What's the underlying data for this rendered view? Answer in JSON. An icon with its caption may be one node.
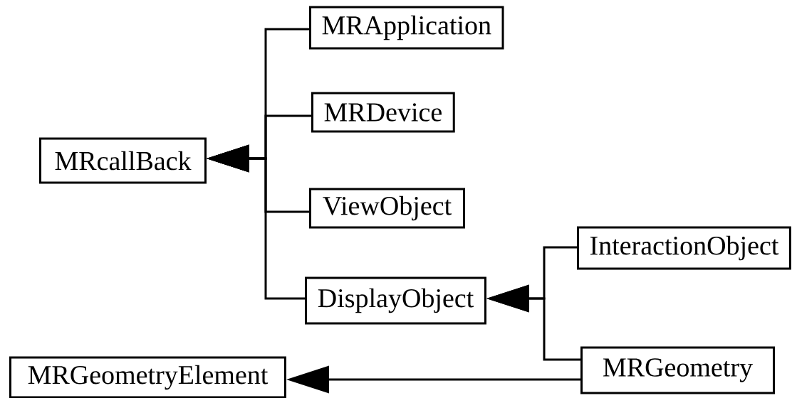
{
  "diagram": {
    "nodes": [
      {
        "text": [
          "MRcallBack"
        ]
      },
      {
        "text": [
          "MRApplication"
        ]
      },
      {
        "text": [
          "MRDevice"
        ]
      },
      {
        "text": [
          "ViewObject"
        ]
      },
      {
        "text": [
          "DisplayObject"
        ]
      },
      {
        "text": [
          "InteractionObject"
        ]
      },
      {
        "text": [
          "MRGeometry"
        ]
      },
      {
        "text": [
          "MRGeometryElement"
        ]
      }
    ],
    "edges": [
      {
        "from": 1,
        "to": 0,
        "arrow": "to"
      },
      {
        "from": 2,
        "to": 0,
        "arrow": "to"
      },
      {
        "from": 3,
        "to": 0,
        "arrow": "to"
      },
      {
        "from": 4,
        "to": 0,
        "arrow": "to"
      },
      {
        "from": 5,
        "to": 4,
        "arrow": "to"
      },
      {
        "from": 6,
        "to": 4,
        "arrow": "to"
      },
      {
        "from": 6,
        "to": 7,
        "arrow": "to"
      }
    ]
  }
}
